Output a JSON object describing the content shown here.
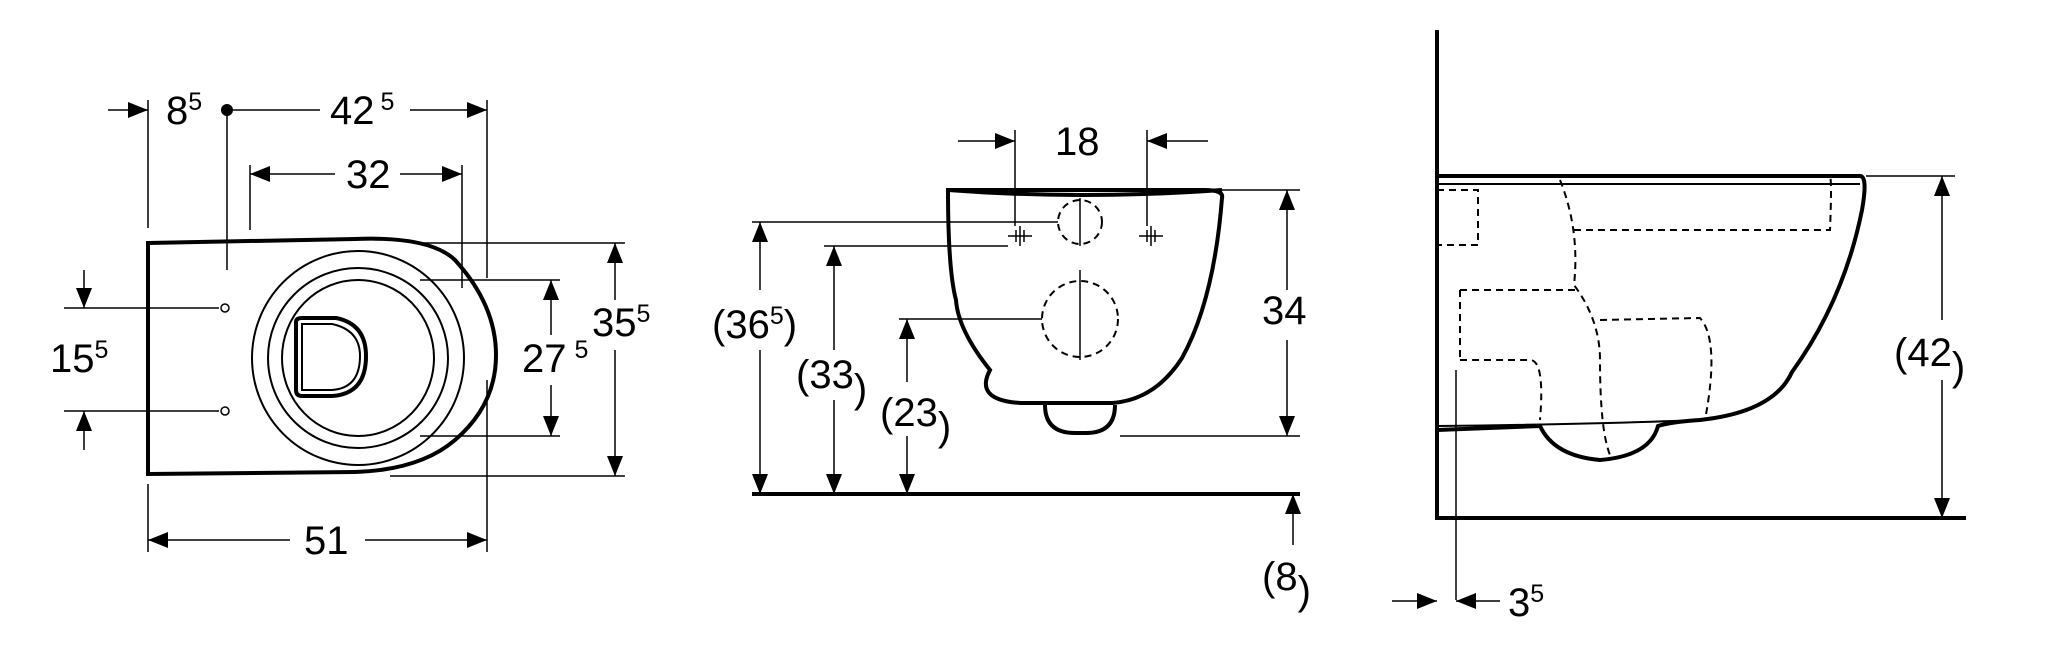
{
  "top_view": {
    "dim_offset": {
      "base": "8",
      "sup": "5"
    },
    "dim_fixing_to_rim": {
      "base": "42",
      "sup": "5"
    },
    "dim_inner_width": {
      "base": "32",
      "sup": ""
    },
    "dim_fixing_spacing": {
      "base": "15",
      "sup": "5"
    },
    "dim_inner_depth": {
      "base": "27",
      "sup": "5"
    },
    "dim_outer_width": {
      "base": "35",
      "sup": "5"
    },
    "dim_total_length": {
      "base": "51",
      "sup": ""
    }
  },
  "front_view": {
    "dim_bolt_spacing": {
      "base": "18",
      "sup": ""
    },
    "dim_height": {
      "base": "34",
      "sup": ""
    },
    "dim_inlet_height": {
      "pre": "(",
      "base": "36",
      "sup": "5",
      "post": ")"
    },
    "dim_bolt_height": {
      "pre": "(",
      "base": "33",
      "sup": "",
      "post": ")"
    },
    "dim_outlet_height": {
      "pre": "(",
      "base": "23",
      "sup": "",
      "post": ")"
    },
    "dim_floor_gap": {
      "pre": "(",
      "base": "8",
      "sup": "",
      "post": ")"
    }
  },
  "side_view": {
    "dim_rim_height": {
      "pre": "(",
      "base": "42",
      "sup": "",
      "post": ")"
    },
    "dim_wall_gap": {
      "pre": "",
      "base": "3",
      "sup": "5",
      "post": ""
    }
  }
}
